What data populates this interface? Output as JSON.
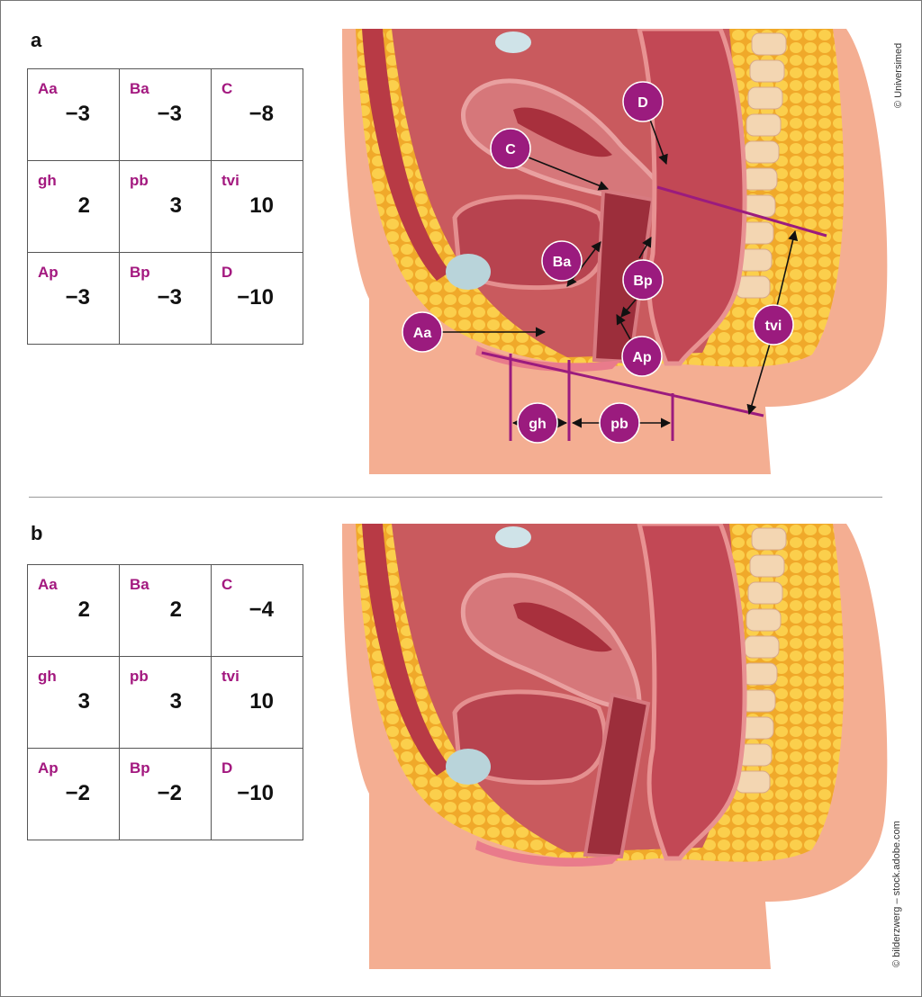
{
  "panels": [
    {
      "letter": "a",
      "cells": [
        {
          "label": "Aa",
          "value": "−3"
        },
        {
          "label": "Ba",
          "value": "−3"
        },
        {
          "label": "C",
          "value": "−8"
        },
        {
          "label": "gh",
          "value": "2"
        },
        {
          "label": "pb",
          "value": "3"
        },
        {
          "label": "tvi",
          "value": "10"
        },
        {
          "label": "Ap",
          "value": "−3"
        },
        {
          "label": "Bp",
          "value": "−3"
        },
        {
          "label": "D",
          "value": "−10"
        }
      ]
    },
    {
      "letter": "b",
      "cells": [
        {
          "label": "Aa",
          "value": "2"
        },
        {
          "label": "Ba",
          "value": "2"
        },
        {
          "label": "C",
          "value": "−4"
        },
        {
          "label": "gh",
          "value": "3"
        },
        {
          "label": "pb",
          "value": "3"
        },
        {
          "label": "tvi",
          "value": "10"
        },
        {
          "label": "Ap",
          "value": "−2"
        },
        {
          "label": "Bp",
          "value": "−2"
        },
        {
          "label": "D",
          "value": "−10"
        }
      ]
    }
  ],
  "markers": [
    "C",
    "D",
    "Ba",
    "Bp",
    "Aa",
    "Ap",
    "tvi",
    "gh",
    "pb"
  ],
  "credits": {
    "top": "© Universimed",
    "bottom": "© bilderzwerg – stock.adobe.com"
  },
  "colors": {
    "accent": "#a3187f",
    "marker": "#9b1b7e"
  }
}
